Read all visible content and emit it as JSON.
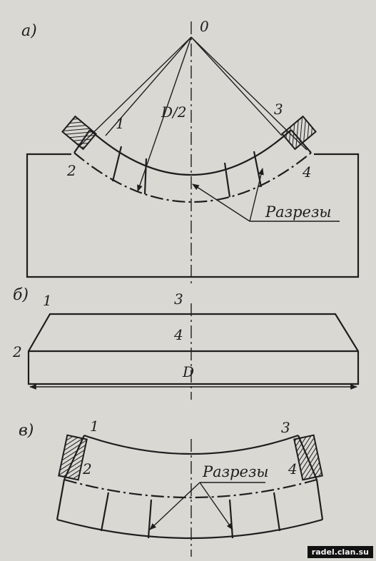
{
  "panels": {
    "a": {
      "letter": "а)",
      "center": "0",
      "radius": "D/2",
      "points": [
        "1",
        "2",
        "3",
        "4"
      ],
      "cuts": "Разрезы"
    },
    "b": {
      "letter": "б)",
      "points": [
        "1",
        "2",
        "3",
        "4"
      ],
      "dimension": "D"
    },
    "c": {
      "letter": "в)",
      "points": [
        "1",
        "2",
        "3",
        "4"
      ],
      "cuts": "Разрезы"
    }
  },
  "watermark": "radel.clan.su",
  "colors": {
    "ink": "#1e1e1e",
    "paper": "#d9d8d3"
  }
}
